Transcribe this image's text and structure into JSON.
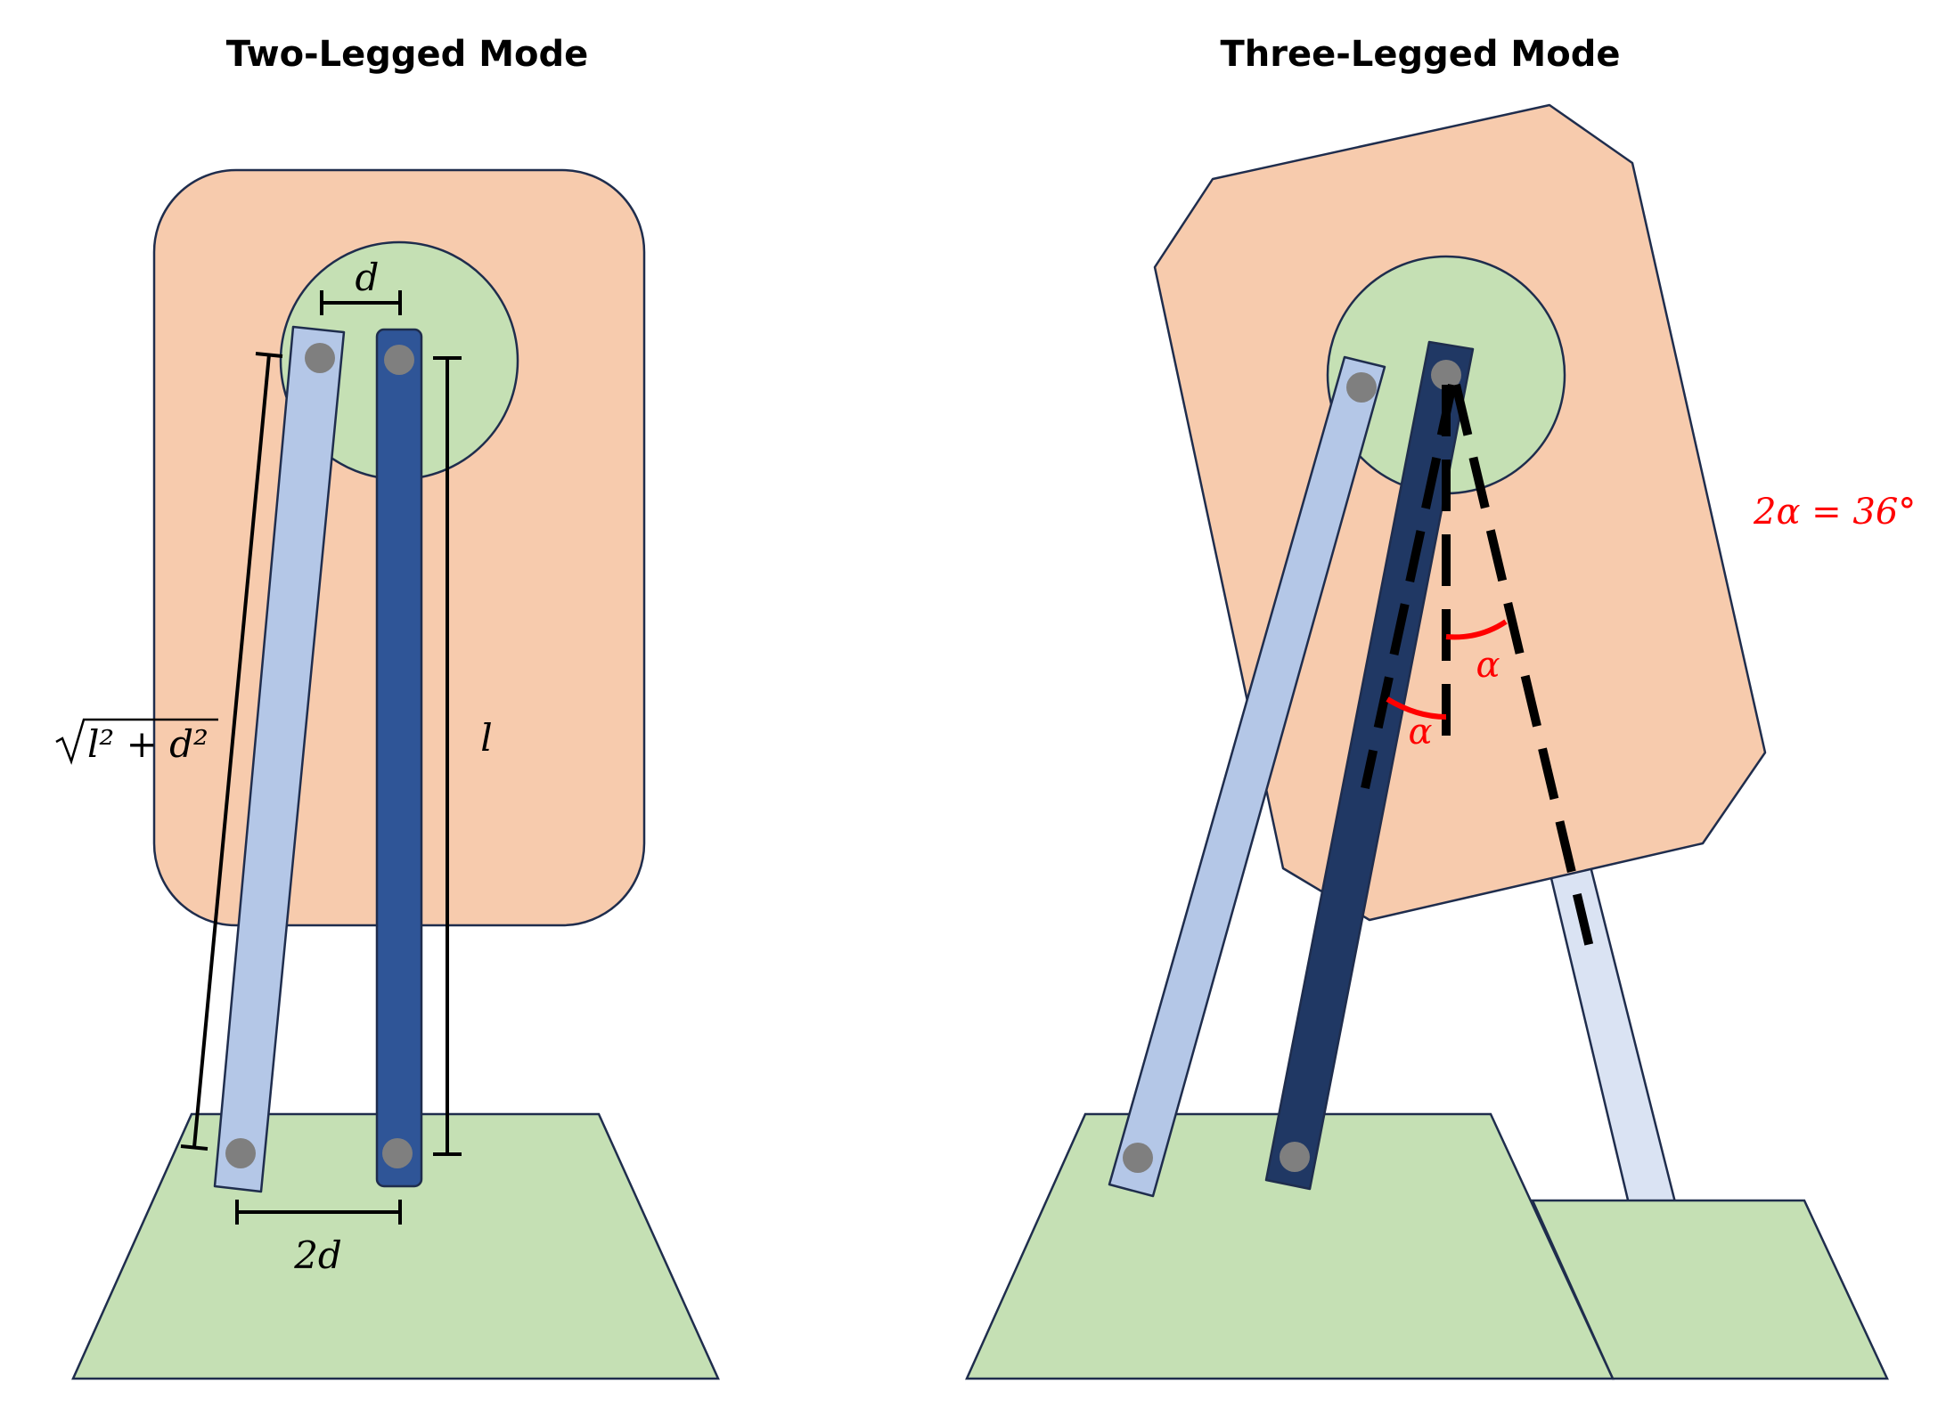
{
  "titles": {
    "two_legged": "Two-Legged Mode",
    "three_legged": "Three-Legged Mode"
  },
  "labels": {
    "d": "d",
    "l": "l",
    "two_d": "2d",
    "diag_inner": "l² + d²",
    "alpha_upper": "α",
    "alpha_lower": "α",
    "angle_eq": "2α = 36°"
  },
  "colors": {
    "body": "#f7cbad",
    "hub": "#c5e0b4",
    "ground": "#c5e0b4",
    "leg_light": "#b4c7e7",
    "leg_dark": "#2f5597",
    "leg_darker": "#203864",
    "leg_pale": "#dae3f3",
    "outline": "#1f2d4d",
    "joint": "#7f7f7f",
    "angle": "#ff0000"
  }
}
